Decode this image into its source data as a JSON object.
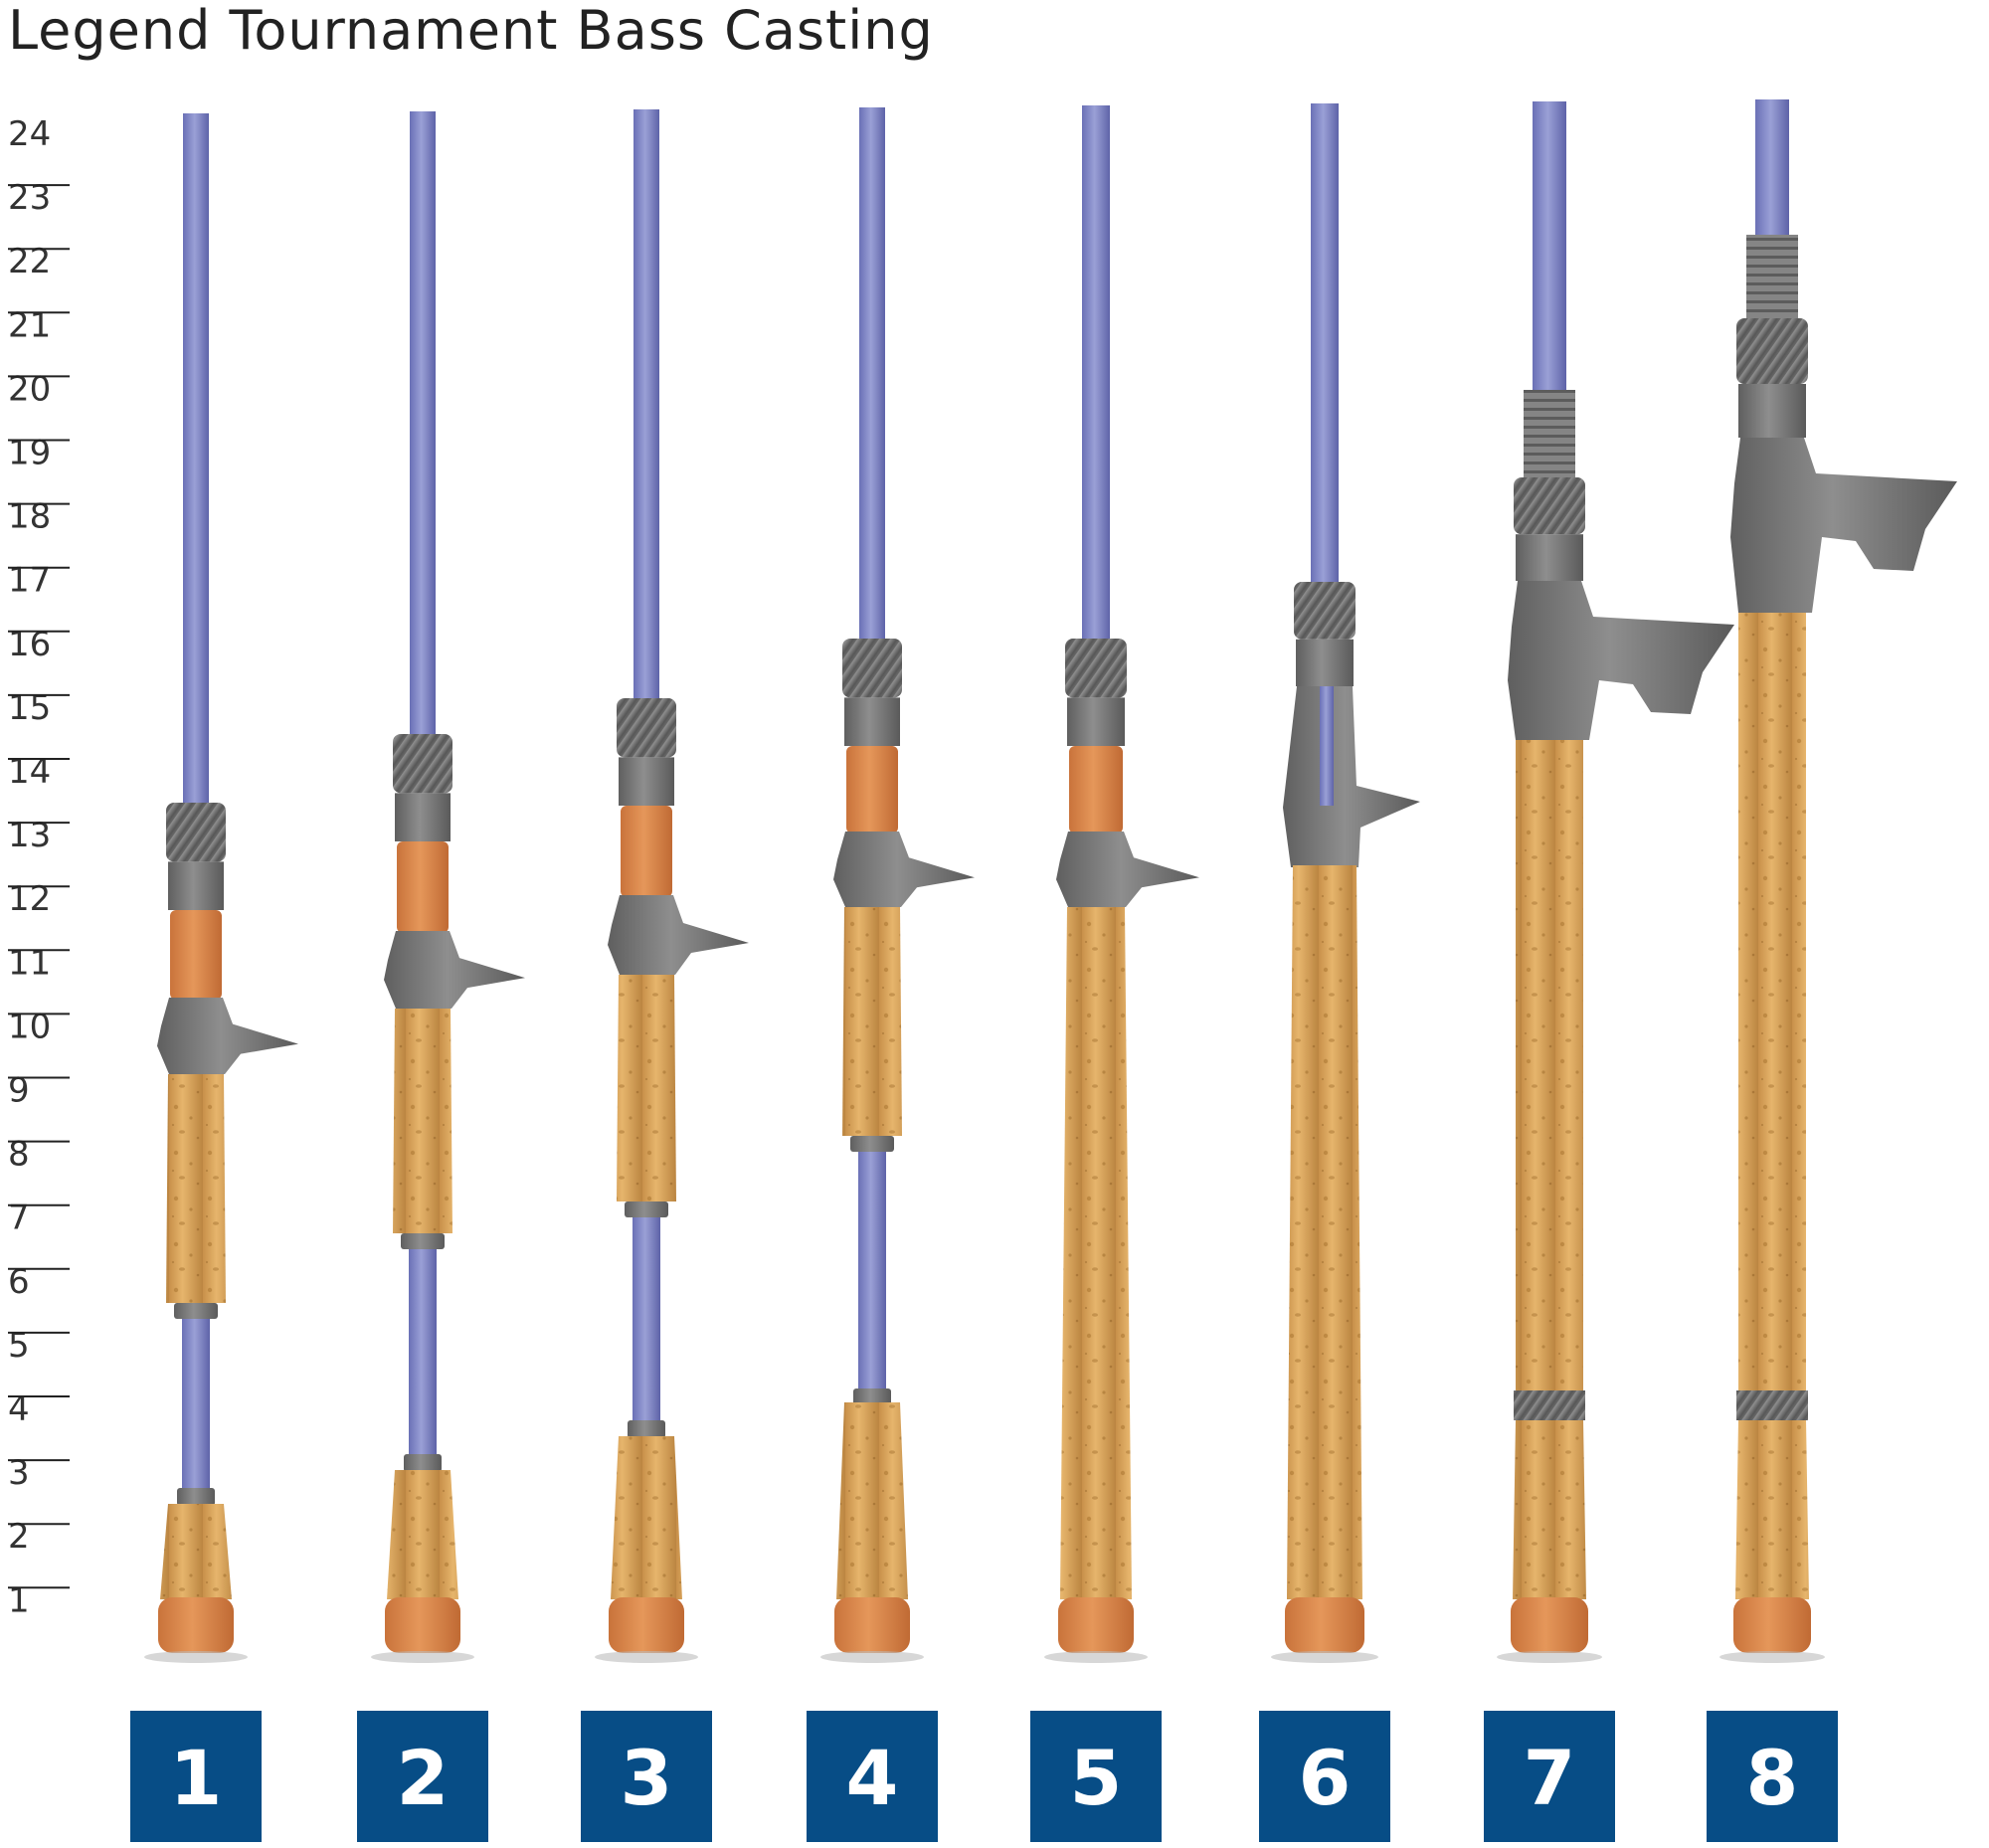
{
  "title": "Legend Tournament Bass Casting",
  "ruler": {
    "labels": [
      "24",
      "23",
      "22",
      "21",
      "20",
      "19",
      "18",
      "17",
      "16",
      "15",
      "14",
      "13",
      "12",
      "11",
      "10",
      "9",
      "8",
      "7",
      "6",
      "5",
      "4",
      "3",
      "2",
      "1"
    ]
  },
  "rods": [
    {
      "number": "1",
      "handle": "split-grip"
    },
    {
      "number": "2",
      "handle": "split-grip"
    },
    {
      "number": "3",
      "handle": "split-grip"
    },
    {
      "number": "4",
      "handle": "split-grip"
    },
    {
      "number": "5",
      "handle": "full-grip"
    },
    {
      "number": "6",
      "handle": "full-grip"
    },
    {
      "number": "7",
      "handle": "pistol-grip"
    },
    {
      "number": "8",
      "handle": "pistol-grip"
    }
  ],
  "colors": {
    "blank": "#7f86c4",
    "blank_dark": "#5e63a8",
    "cork": "#d9a45a",
    "cork_dark": "#b98540",
    "eva": "#d9864a",
    "hardware": "#7d7d7d",
    "hardware_dark": "#5a5a5a",
    "badge": "#074d86"
  }
}
